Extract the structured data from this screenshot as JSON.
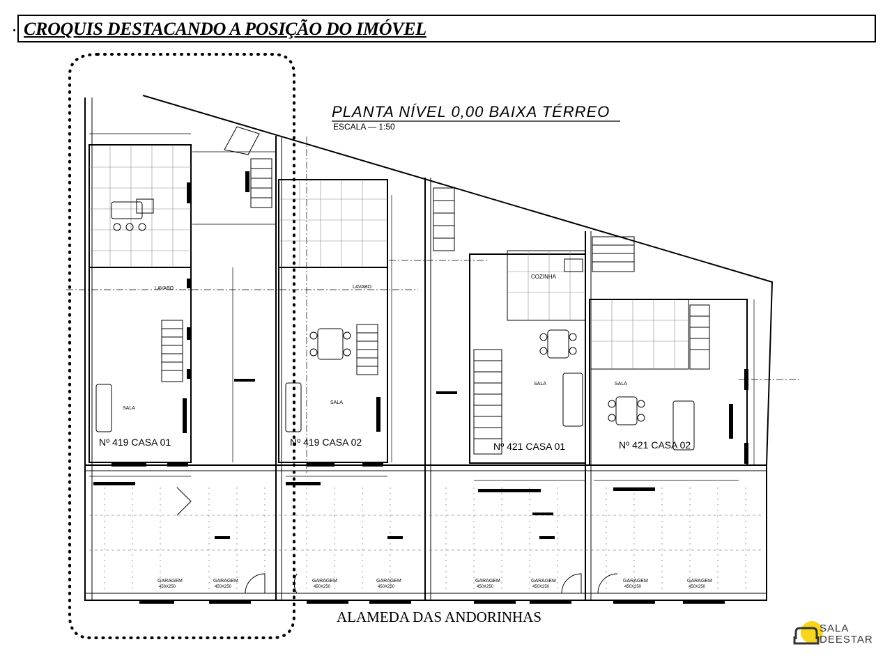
{
  "header": {
    "title": "CROQUIS DESTACANDO A POSIÇÃO DO IMÓVEL",
    "dot": "."
  },
  "plan": {
    "title": "PLANTA NÍVEL 0,00 BAIXA TÉRREO",
    "scale": "ESCALA — 1:50",
    "houses": [
      {
        "label": "Nº 419 CASA 01"
      },
      {
        "label": "Nº 419 CASA 02"
      },
      {
        "label": "Nº 421 CASA 01"
      },
      {
        "label": "Nº 421 CASA 02"
      }
    ],
    "rooms": {
      "kitchen": "COZINHA",
      "lavabo": "LAVABO",
      "sala": "SALA",
      "garagem": "GARAGEM",
      "garagem_dim": "450X250"
    }
  },
  "street": "ALAMEDA DAS ANDORINHAS",
  "logo": {
    "line1": "SALA",
    "line2": "DEESTAR",
    "color": "#f7d51f"
  }
}
